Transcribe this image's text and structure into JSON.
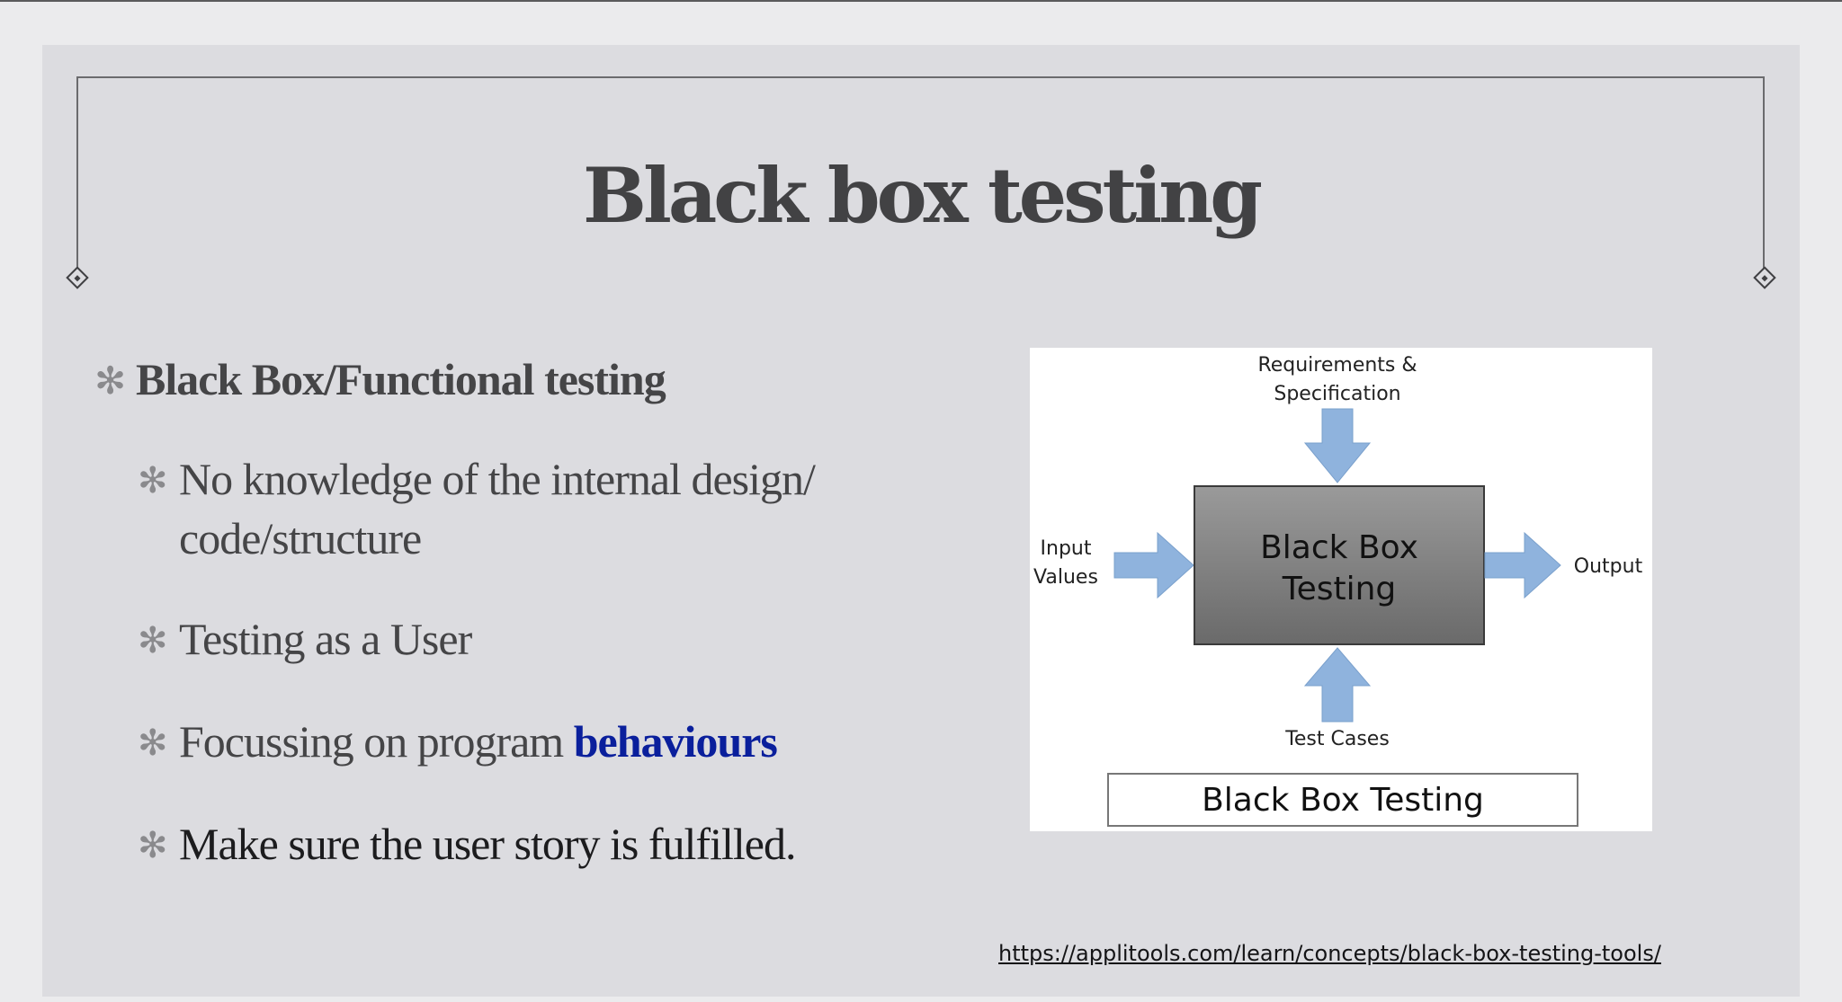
{
  "slide": {
    "title": "Black box testing",
    "bullets": {
      "main": "Black Box/Functional testing",
      "sub1_line1": "No knowledge of the internal design/",
      "sub1_line2": "code/structure",
      "sub2": "Testing as a User",
      "sub3_prefix": "Focussing on program ",
      "sub3_highlight": "behaviours",
      "sub4": "Make sure the user story is fulfilled."
    },
    "bullet_glyph": "✻",
    "highlight_color": "#0a1f9c",
    "source_url": "https://applitools.com/learn/concepts/black-box-testing-tools/"
  },
  "diagram": {
    "top_label_line1": "Requirements &",
    "top_label_line2": "Specification",
    "left_label_line1": "Input",
    "left_label_line2": "Values",
    "right_label": "Output",
    "bottom_label": "Test Cases",
    "box_line1": "Black Box",
    "box_line2": "Testing",
    "caption": "Black Box Testing",
    "arrow_color": "#8fb3dd",
    "box_color": "#7a7a7a"
  }
}
